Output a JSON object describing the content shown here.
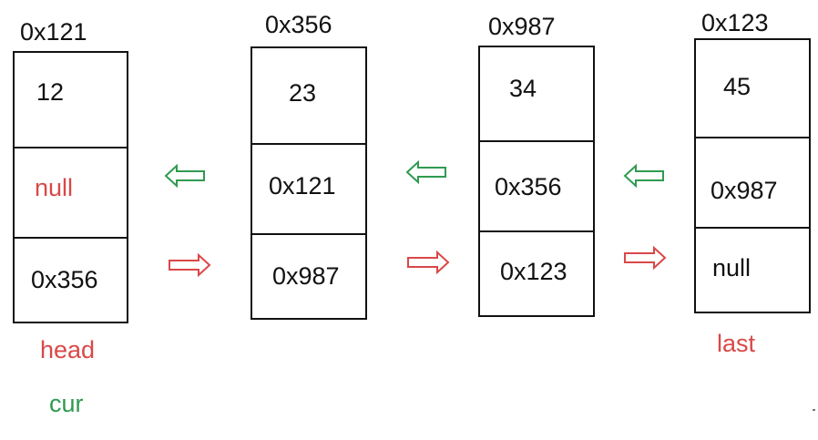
{
  "colors": {
    "red": "#d94848",
    "green": "#2f9a50",
    "black": "#111111"
  },
  "nodes": [
    {
      "address": "0x121",
      "value": "12",
      "prev": "null",
      "next": "0x356"
    },
    {
      "address": "0x356",
      "value": "23",
      "prev": "0x121",
      "next": "0x987"
    },
    {
      "address": "0x987",
      "value": "34",
      "prev": "0x356",
      "next": "0x123"
    },
    {
      "address": "0x123",
      "value": "45",
      "prev": "0x987",
      "next": "null"
    }
  ],
  "pointers": {
    "head": "head",
    "cur": "cur",
    "last": "last"
  },
  "arrows": {
    "back_icon": "outline-left-arrow-icon",
    "forward_icon": "outline-right-arrow-icon"
  }
}
